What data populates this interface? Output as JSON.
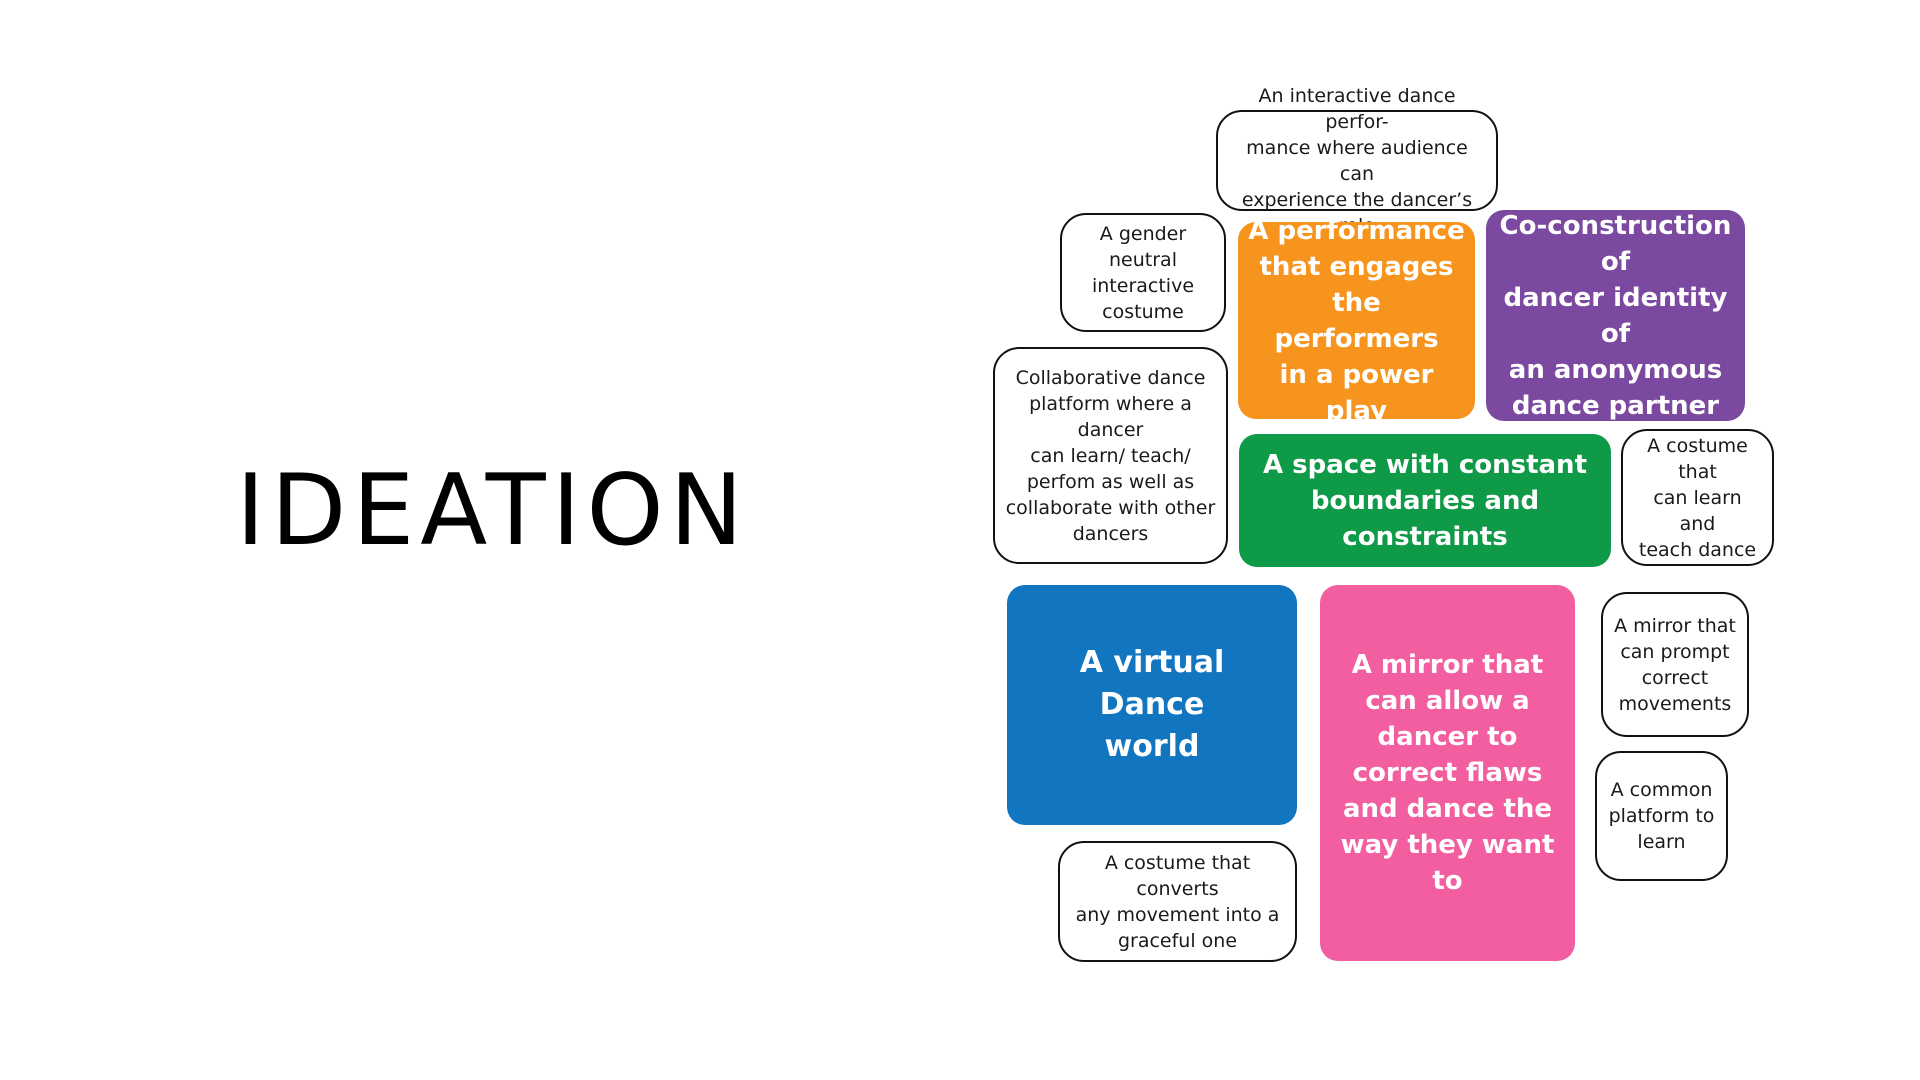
{
  "title": "IDEATION",
  "colors": {
    "orange": "#F7941D",
    "purple": "#7B4AA0",
    "green": "#0F9A47",
    "blue": "#1175C0",
    "pink": "#F25E9F",
    "outline": "#111111"
  },
  "ideas": {
    "interactive_performance": "An interactive dance perfor-\nmance where audience can\nexperience the dancer’s role",
    "gender_neutral": "A gender neutral\ninteractive\ncostume",
    "power_play": "A performance\nthat engages\nthe performers\nin a power play",
    "co_construction": "Co-construction of\ndancer identity of\nan anonymous\ndance partner",
    "collaborative_platform": "Collaborative dance\nplatform where a dancer\ncan learn/ teach/\nperfom as well as\ncollaborate with other\ndancers",
    "space_boundaries": "A space with constant\nboundaries and constraints",
    "costume_learn_teach": "A costume that\ncan learn and\nteach dance",
    "virtual_world": "A virtual\nDance\nworld",
    "mirror_correct": "A mirror that\ncan allow a\ndancer to\ncorrect flaws\nand dance the\nway they want\nto",
    "mirror_prompt": "A mirror that\ncan  prompt\ncorrect\nmovements",
    "common_platform": "A common\nplatform to\nlearn",
    "costume_graceful": "A costume that converts\nany movement into a\ngraceful one"
  }
}
